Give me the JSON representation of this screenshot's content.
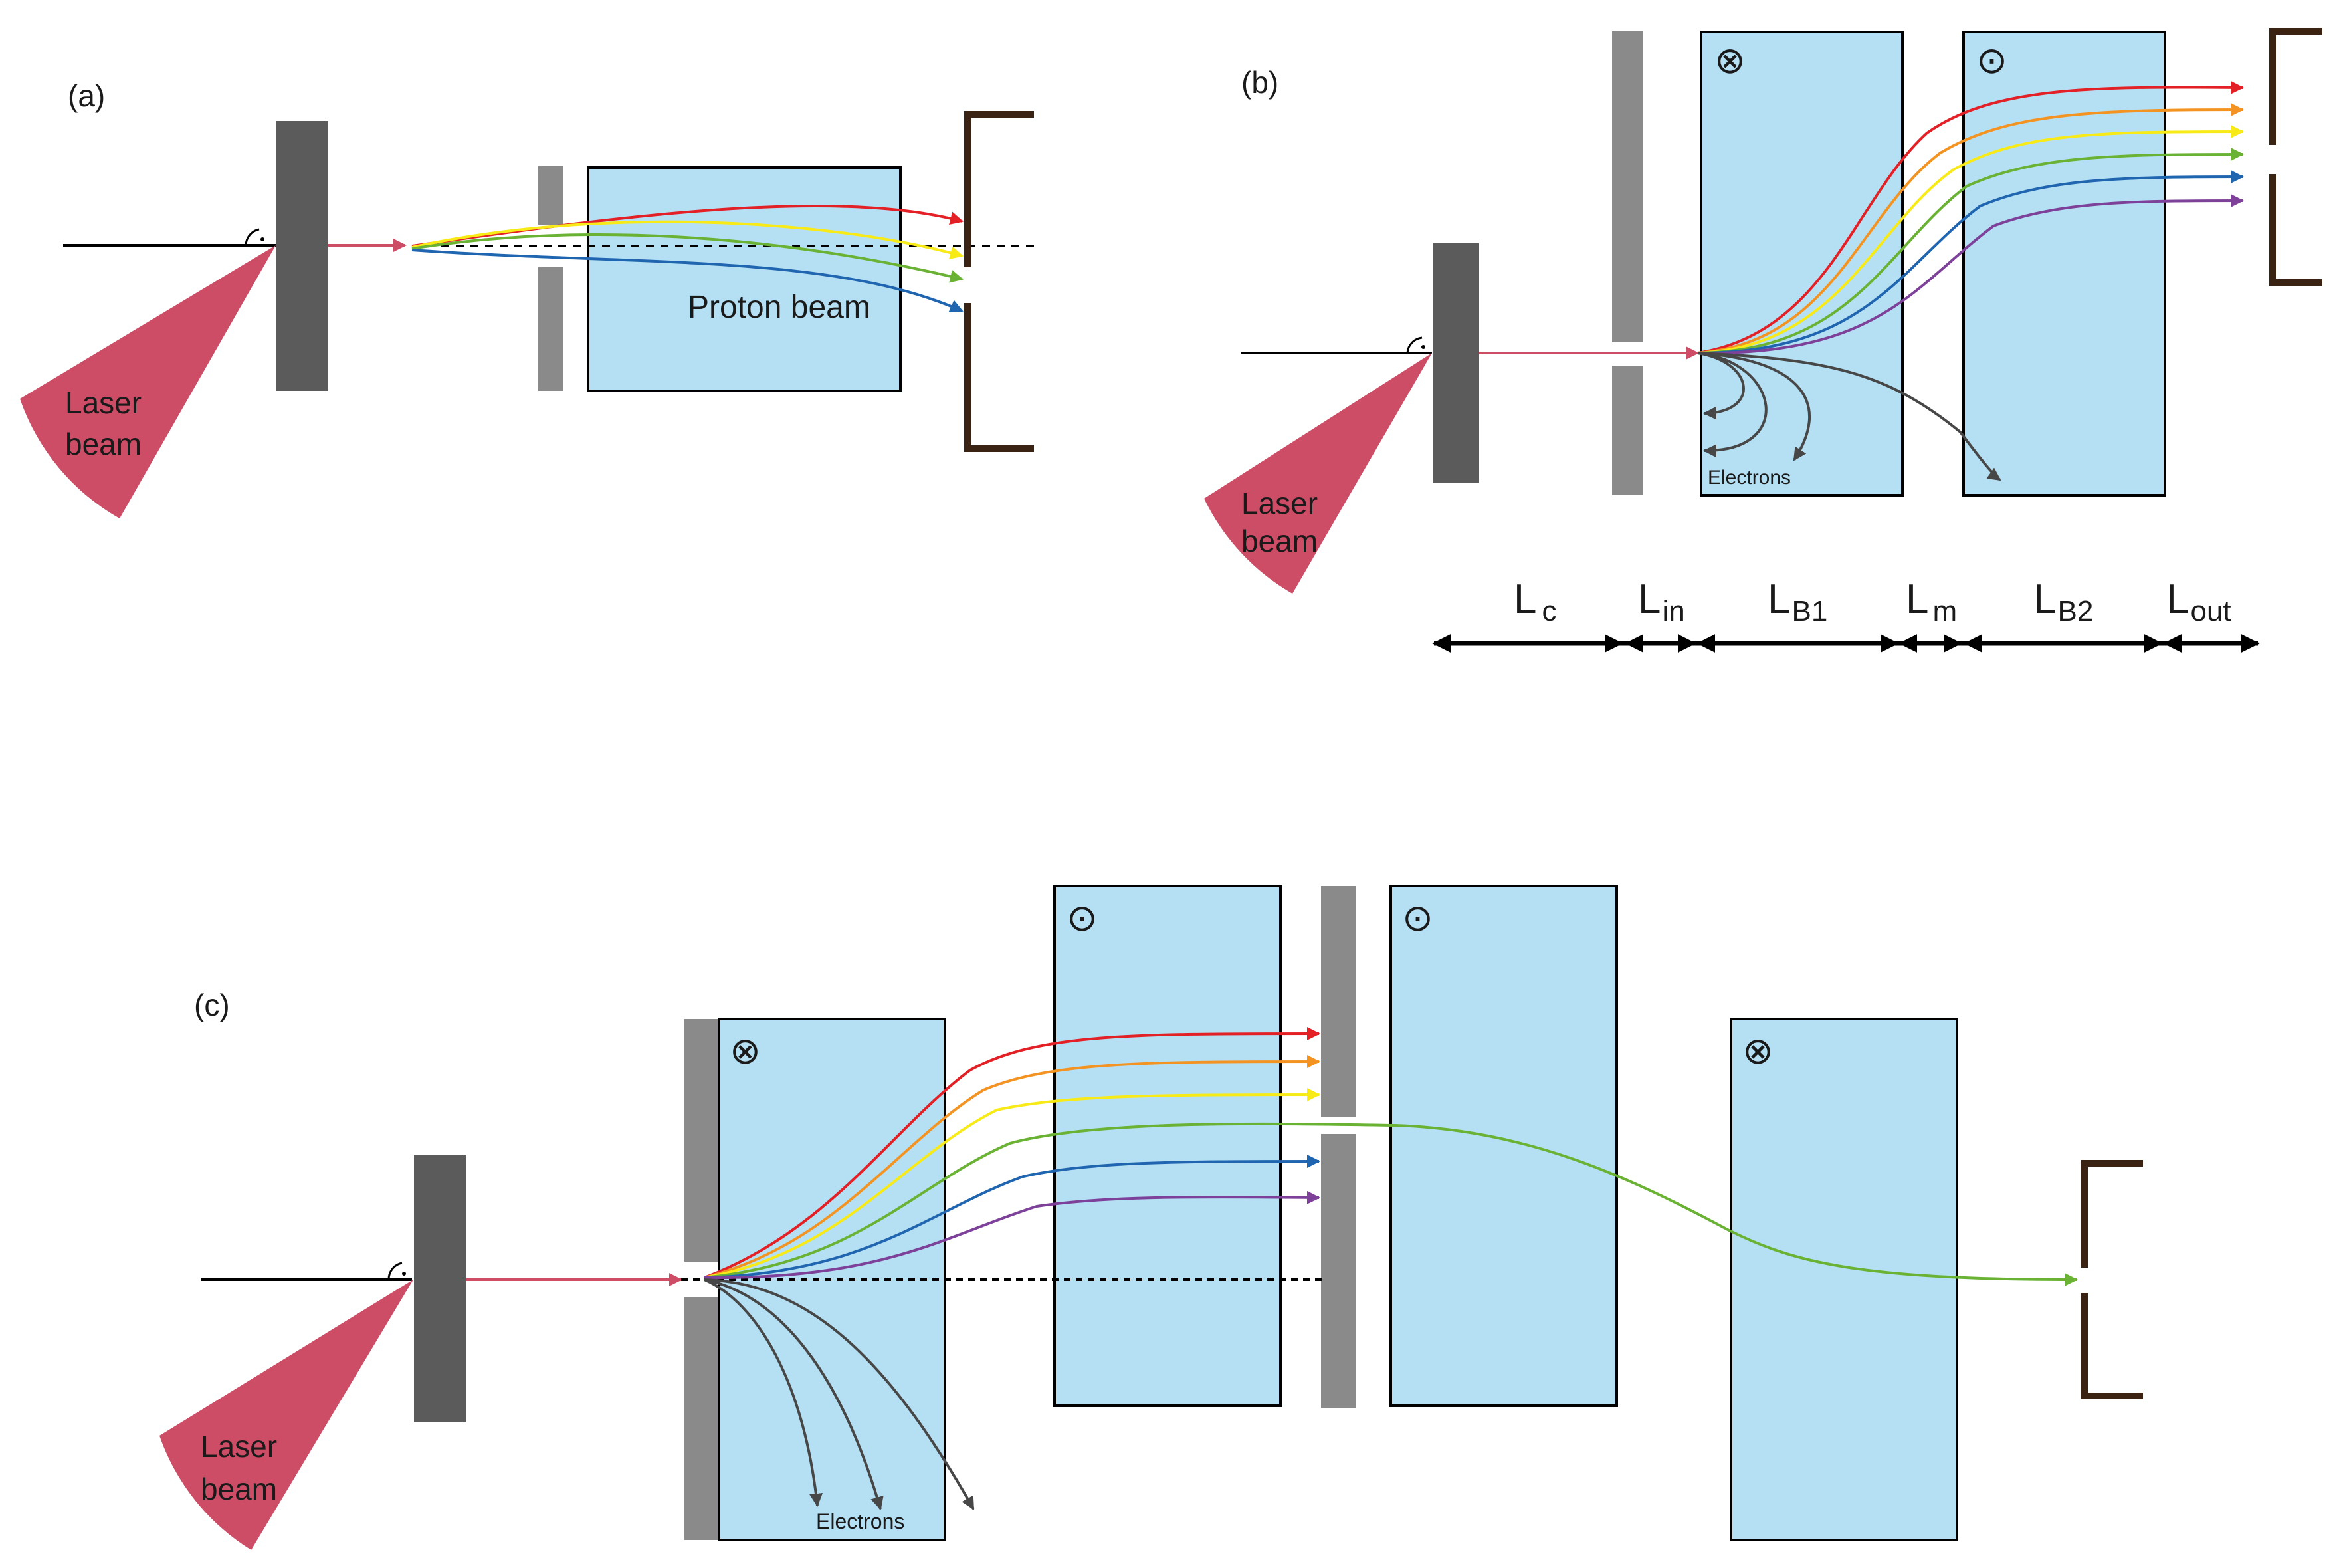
{
  "panels": {
    "a": {
      "tag": "(a)",
      "laser_line1": "Laser",
      "laser_line2": "beam",
      "beam_label": "Proton beam"
    },
    "b": {
      "tag": "(b)",
      "laser_line1": "Laser",
      "laser_line2": "beam",
      "electrons": "Electrons",
      "field1": "⊗",
      "field2": "⊙",
      "lengths": {
        "lc": "L",
        "lc_sub": "c",
        "lin": "L",
        "lin_sub": "in",
        "lb1": "L",
        "lb1_sub": "B1",
        "lm": "L",
        "lm_sub": "m",
        "lb2": "L",
        "lb2_sub": "B2",
        "lout": "L",
        "lout_sub": "out"
      }
    },
    "c": {
      "tag": "(c)",
      "laser_line1": "Laser",
      "laser_line2": "beam",
      "electrons": "Electrons",
      "field1": "⊗",
      "field2": "⊙",
      "field3": "⊙",
      "field4": "⊗"
    }
  },
  "colors": {
    "magnet": "#b5e0f3",
    "target": "#5a5b5a",
    "aperture": "#8a8a8a",
    "laser": "#cd4d67",
    "detector": "#3b2314",
    "red": "#e32026",
    "orange": "#f39322",
    "yellow": "#f7ea16",
    "green": "#6ab234",
    "blue": "#2065b0",
    "purple": "#7d4199",
    "electron": "#474747"
  }
}
